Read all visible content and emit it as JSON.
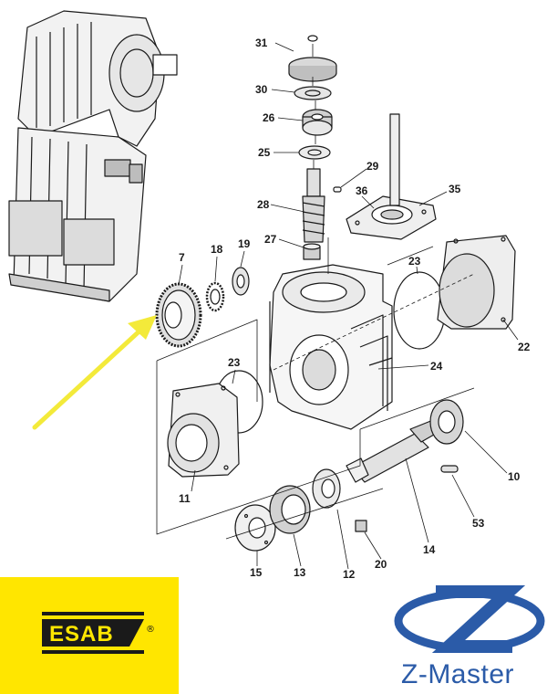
{
  "parts": [
    {
      "id": "p31",
      "text": "31"
    },
    {
      "id": "p30",
      "text": "30"
    },
    {
      "id": "p26",
      "text": "26"
    },
    {
      "id": "p25",
      "text": "25"
    },
    {
      "id": "p29",
      "text": "29"
    },
    {
      "id": "p36",
      "text": "36"
    },
    {
      "id": "p35",
      "text": "35"
    },
    {
      "id": "p28",
      "text": "28"
    },
    {
      "id": "p27",
      "text": "27"
    },
    {
      "id": "p7",
      "text": "7"
    },
    {
      "id": "p18",
      "text": "18"
    },
    {
      "id": "p19",
      "text": "19"
    },
    {
      "id": "p23a",
      "text": "23"
    },
    {
      "id": "p22",
      "text": "22"
    },
    {
      "id": "p24",
      "text": "24"
    },
    {
      "id": "p23b",
      "text": "23"
    },
    {
      "id": "p11",
      "text": "11"
    },
    {
      "id": "p10",
      "text": "10"
    },
    {
      "id": "p53",
      "text": "53"
    },
    {
      "id": "p14",
      "text": "14"
    },
    {
      "id": "p20",
      "text": "20"
    },
    {
      "id": "p12",
      "text": "12"
    },
    {
      "id": "p13",
      "text": "13"
    },
    {
      "id": "p15",
      "text": "15"
    }
  ],
  "logos": {
    "esab": {
      "text": "ESAB",
      "registered": "®"
    },
    "zmaster": {
      "text": "Z-Master"
    }
  },
  "colors": {
    "accent_arrow": "#f3ea3a",
    "esab_yellow": "#ffe600",
    "zmaster_blue": "#2b5ba8",
    "ink": "#1a1a1a"
  }
}
